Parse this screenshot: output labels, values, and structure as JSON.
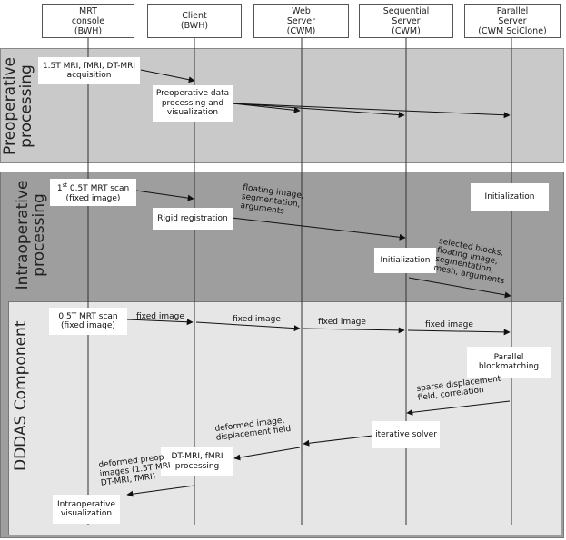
{
  "columns": [
    {
      "line1": "MRT",
      "line2": "console",
      "line3": "(BWH)"
    },
    {
      "line1": "Client",
      "line2": "(BWH)",
      "line3": ""
    },
    {
      "line1": "Web",
      "line2": "Server",
      "line3": "(CWM)"
    },
    {
      "line1": "Sequential",
      "line2": "Server",
      "line3": "(CWM)"
    },
    {
      "line1": "Parallel",
      "line2": "Server",
      "line3": "(CWM SciClone)"
    }
  ],
  "sections": {
    "preop": {
      "line1": "Preoperative",
      "line2": "processing"
    },
    "intraop": {
      "line1": "Intraoperative",
      "line2": "processing"
    },
    "dddas": {
      "line1": "DDDAS Component"
    }
  },
  "boxes": {
    "acq": {
      "line1": "1.5T MRI, fMRI, DT-MRI",
      "line2": "acquisition"
    },
    "preop_data": {
      "line1": "Preoperative data",
      "line2": "processing and",
      "line3": "visualization"
    },
    "scan1": {
      "sup": "st",
      "pre": "1",
      "line1": " 0.5T MRT scan",
      "line2": "(fixed image)"
    },
    "rigid": {
      "line1": "Rigid registration"
    },
    "init_par": {
      "line1": "Initialization"
    },
    "init_seq": {
      "line1": "Initialization"
    },
    "scan2": {
      "line1": "0.5T MRT scan",
      "line2": "(fixed image)"
    },
    "blockmatch": {
      "line1": "Parallel",
      "line2": "blockmatching"
    },
    "solver": {
      "line1": "iterative solver"
    },
    "dtmri": {
      "line1": "DT-MRI, fMRI",
      "line2": "processing"
    },
    "intraviz": {
      "line1": "Intraoperative",
      "line2": "visualization"
    }
  },
  "labels": {
    "floating": {
      "l1": "floating image,",
      "l2": "segmentation,",
      "l3": "arguments"
    },
    "selected": {
      "l1": "selected blocks,",
      "l2": "floating image,",
      "l3": "segmentation,",
      "l4": "mesh, arguments"
    },
    "fixed1": "fixed image",
    "fixed2": "fixed image",
    "fixed3": "fixed image",
    "fixed4": "fixed image",
    "sparse": {
      "l1": "sparse displacement",
      "l2": "field, correlation"
    },
    "deformed1": {
      "l1": "deformed image,",
      "l2": "displacement field"
    },
    "deformed2": {
      "l1": "deformed preop",
      "l2": "images (1.5T MRI",
      "l3": "DT-MRI, fMRI)"
    }
  },
  "colors": {
    "preop_band": "#c9c9c9",
    "intraop_band": "#9e9e9e",
    "dddas_band": "#e6e6e6",
    "line": "#222222"
  }
}
